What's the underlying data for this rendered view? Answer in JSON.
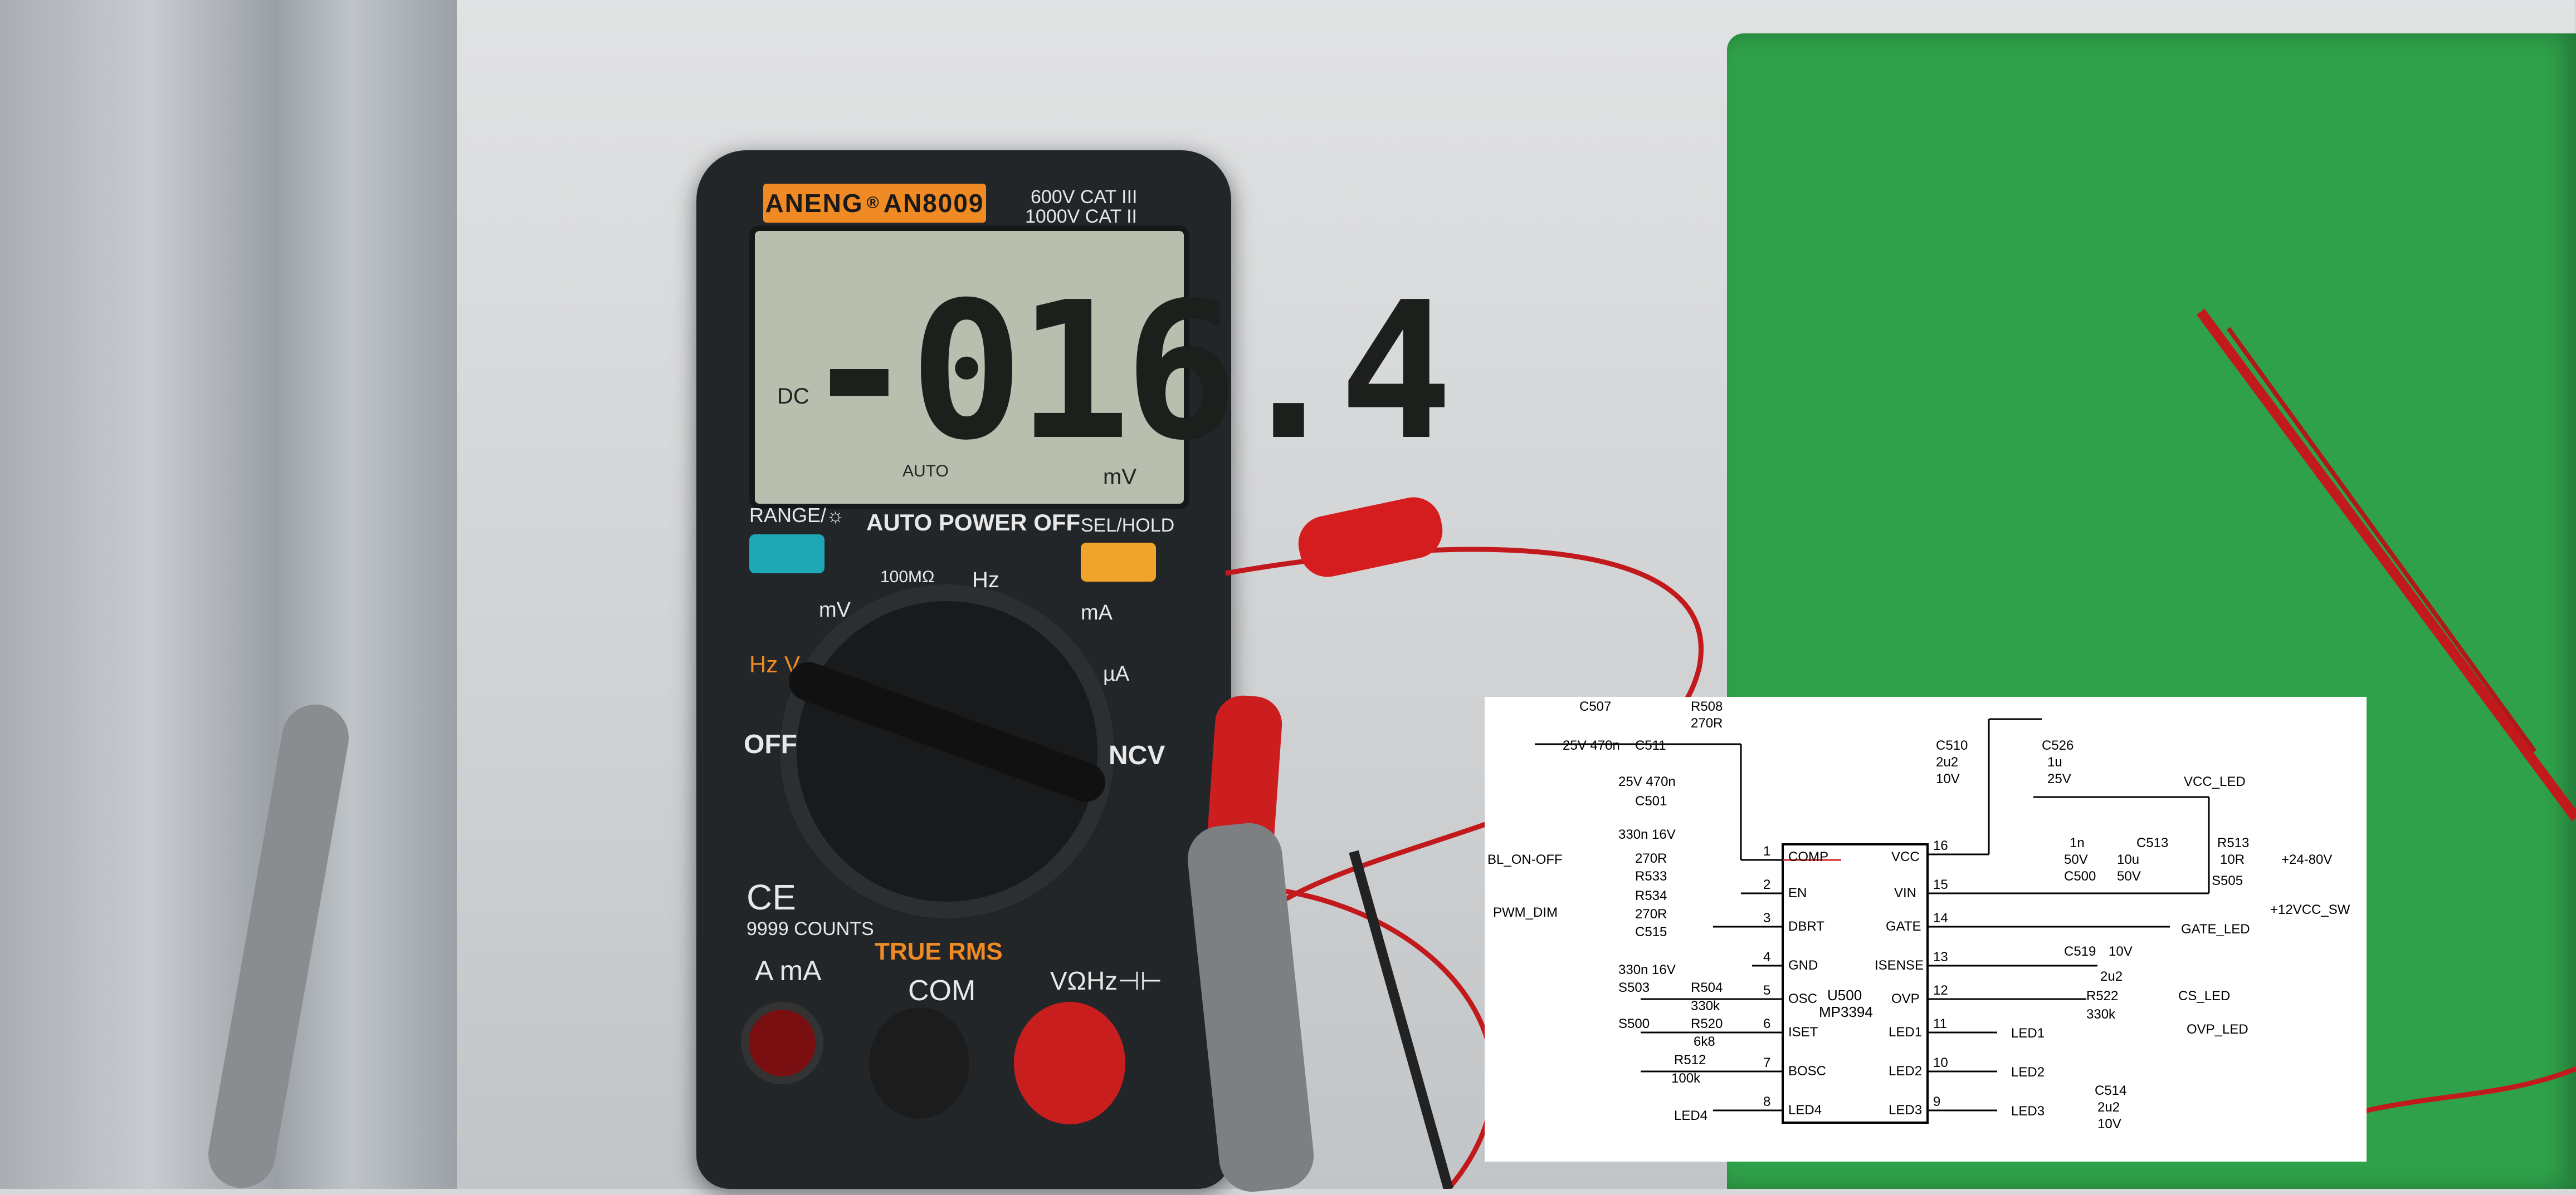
{
  "meter": {
    "brand": "ANENG",
    "model": "AN8009",
    "cat_line1": "600V  CAT III",
    "cat_line2": "1000V  CAT II",
    "reading": "-016.4",
    "lcd_dc": "DC",
    "lcd_auto": "AUTO",
    "lcd_unit": "mV",
    "range_label": "RANGE/☼",
    "auto_power_off": "AUTO POWER OFF",
    "sel_hold": "SEL/HOLD",
    "off_label": "OFF",
    "ncv_label": "NCV",
    "true_rms": "TRUE RMS",
    "com_label": "COM",
    "ama_label": "A mA",
    "vohz_label": "VΩHz⊣⊢",
    "counts": "9999 COUNTS",
    "ce": "CE",
    "mv_label": "mV",
    "v_label": "Hz V",
    "ohm_label": "100MΩ",
    "hz_label": "Hz",
    "ma_label": "mA",
    "ua_label": "µA"
  },
  "schematic": {
    "chip_name": "U500",
    "chip_part": "MP3394",
    "left_pins": [
      {
        "num": "1",
        "name": "COMP"
      },
      {
        "num": "2",
        "name": "EN"
      },
      {
        "num": "3",
        "name": "DBRT"
      },
      {
        "num": "4",
        "name": "GND"
      },
      {
        "num": "5",
        "name": "OSC"
      },
      {
        "num": "6",
        "name": "ISET"
      },
      {
        "num": "7",
        "name": "BOSC"
      },
      {
        "num": "8",
        "name": "LED4"
      }
    ],
    "right_pins": [
      {
        "num": "16",
        "name": "VCC"
      },
      {
        "num": "15",
        "name": "VIN"
      },
      {
        "num": "14",
        "name": "GATE"
      },
      {
        "num": "13",
        "name": "ISENSE"
      },
      {
        "num": "12",
        "name": "OVP"
      },
      {
        "num": "11",
        "name": "LED1"
      },
      {
        "num": "10",
        "name": "LED2"
      },
      {
        "num": "9",
        "name": "LED3"
      }
    ],
    "labels": {
      "c507": "C507",
      "r508": "R508",
      "r508v": "270R",
      "c507v": "25V 470n",
      "c511": "C511",
      "c511v": "25V 470n",
      "c501": "C501",
      "c501v": "330n 16V",
      "bl": "BL_ON-OFF",
      "r533": "R533",
      "r533v": "270R",
      "r534": "R534",
      "r534v": "270R",
      "pwm": "PWM_DIM",
      "c515": "C515",
      "c515v": "330n 16V",
      "s503": "S503",
      "r504": "R504",
      "r504v": "330k",
      "s500": "S500",
      "r520": "R520",
      "r520v": "6k8",
      "r512": "R512",
      "r512v": "100k",
      "led4": "LED4",
      "c510": "C510",
      "c510v1": "2u2",
      "c510v2": "10V",
      "c526": "C526",
      "c526v1": "1u",
      "c526v2": "25V",
      "vcc_led": "VCC_LED",
      "c500_1n": "1n",
      "c500_50v": "50V",
      "c500": "C500",
      "c513": "C513",
      "c513v1": "10u",
      "c513v2": "50V",
      "r513": "R513",
      "r513v": "10R",
      "v24_80": "+24-80V",
      "s505": "S505",
      "v12": "+12VCC_SW",
      "gate_led": "GATE_LED",
      "c519": "C519",
      "c519v1": "10V",
      "c519v2": "2u2",
      "r522": "R522",
      "r522v": "330k",
      "cs_led": "CS_LED",
      "ovp_led": "OVP_LED",
      "led1": "LED1",
      "led2": "LED2",
      "led3": "LED3",
      "c514": "C514",
      "c514v1": "2u2",
      "c514v2": "10V"
    }
  }
}
